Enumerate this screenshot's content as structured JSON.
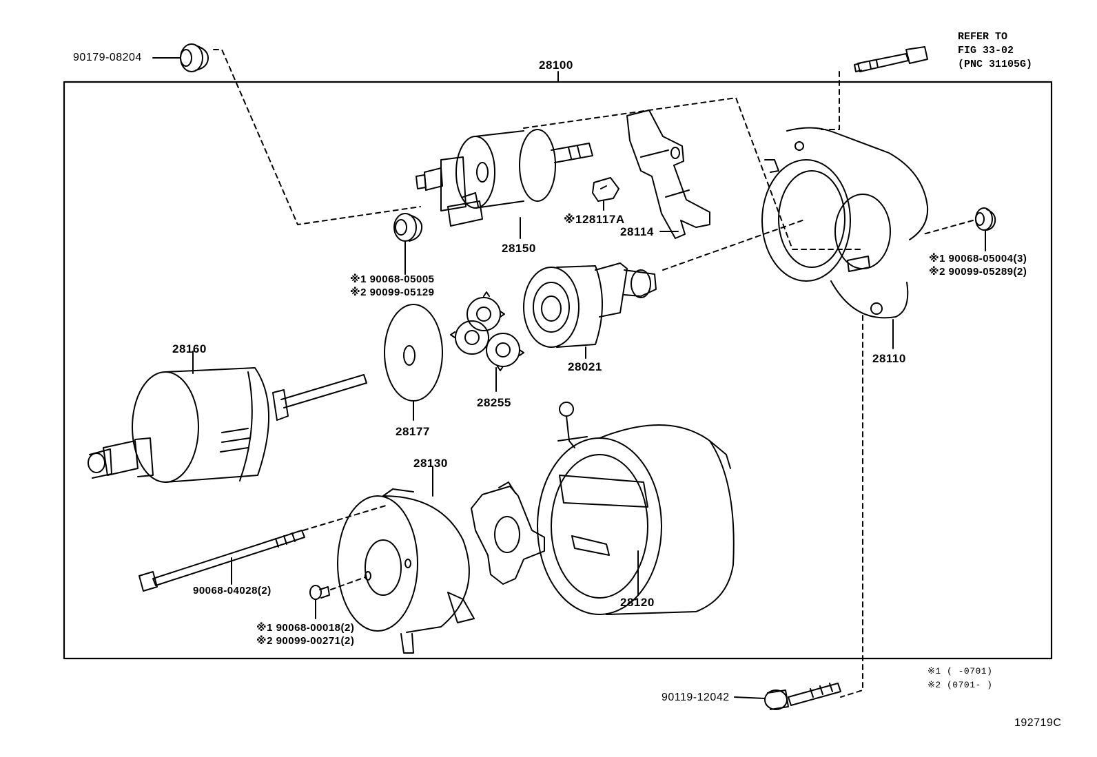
{
  "title": "28100",
  "drawing_number": "192719C",
  "refer": {
    "line1": "REFER TO",
    "line2": "FIG 33-02",
    "line3": "(PNC 31105G)"
  },
  "parts": {
    "p90179": "90179-08204",
    "p28150": "28150",
    "p28117a": "※128117A",
    "p28114": "28114",
    "p28110": "28110",
    "p90068_05004": "※1 90068-05004(3)",
    "p90099_05289": "※2 90099-05289(2)",
    "p90068_05005": "※1 90068-05005",
    "p90099_05129": "※2 90099-05129",
    "p28021": "28021",
    "p28160": "28160",
    "p28255": "28255",
    "p28177": "28177",
    "p28130": "28130",
    "p90068_04028": "90068-04028(2)",
    "p28120": "28120",
    "p90068_00018": "※1 90068-00018(2)",
    "p90099_00271": "※2 90099-00271(2)",
    "p90119": "90119-12042"
  },
  "notes": {
    "n1": "※1 (     -0701)",
    "n2": "※2 (0701-     )"
  }
}
